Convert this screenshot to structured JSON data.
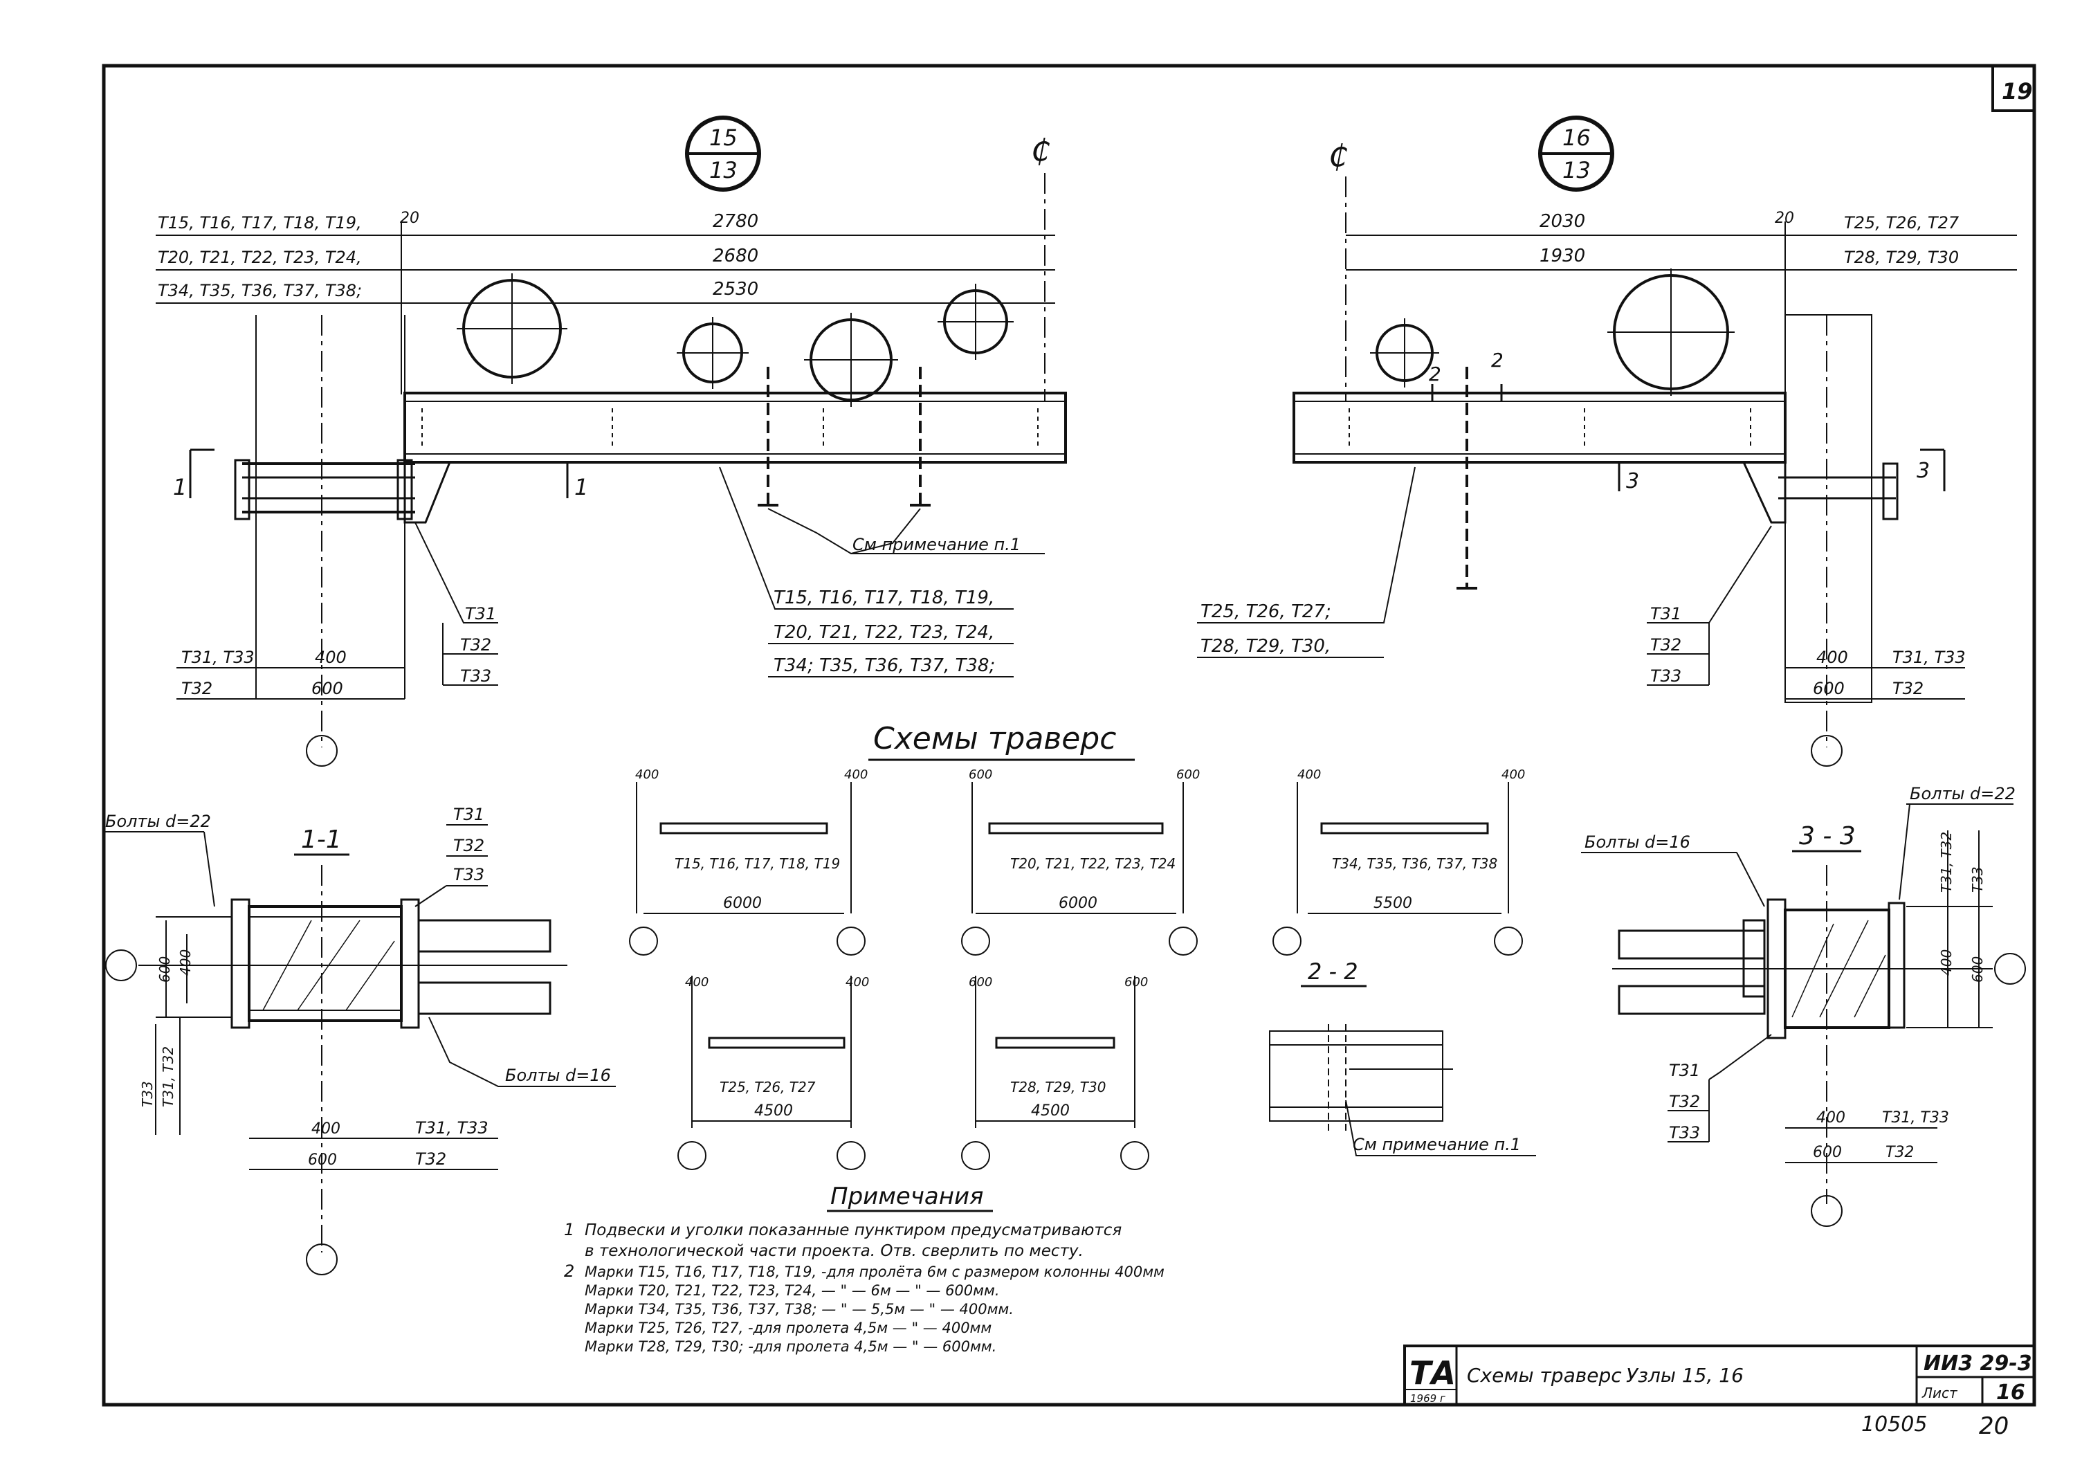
{
  "sheet": {
    "corner_number": "19",
    "bottom_left_number": "10505",
    "bottom_right_number": "20"
  },
  "node15": {
    "circle_top": "15",
    "circle_bottom": "13",
    "marks_row1": "Т15, Т16, Т17, Т18, Т19,",
    "marks_row2": "Т20, Т21, Т22, Т23, Т24,",
    "marks_row3": "Т34, Т35, Т36, Т37, Т38;",
    "dim_20": "20",
    "dim_row1": "2780",
    "dim_row2": "2680",
    "dim_row3": "2530",
    "note_label": "См  примечание  п.1",
    "callout_line1": "Т15, Т16, Т17, Т18, Т19,",
    "callout_line2": "Т20, Т21, Т22, Т23, Т24,",
    "callout_line3": "Т34; Т35, Т36, Т37, Т38;",
    "bracket_labels": [
      "Т31",
      "Т32",
      "Т33"
    ],
    "dim_400": "400",
    "dim_600": "600",
    "left_label_1": "Т31, Т33",
    "left_label_2": "Т32",
    "section_mark": "1"
  },
  "node16": {
    "circle_top": "16",
    "circle_bottom": "13",
    "marks_row1": "Т25, Т26, Т27",
    "marks_row2": "Т28, Т29, Т30",
    "dim_20": "20",
    "dim_row1": "2030",
    "dim_row2": "1930",
    "callout_line1": "Т25, Т26, Т27;",
    "callout_line2": "Т28, Т29, Т30,",
    "bracket_labels": [
      "Т31",
      "Т32",
      "Т33"
    ],
    "dim_400": "400",
    "dim_600": "600",
    "right_label_1": "Т31, Т33",
    "right_label_2": "Т32",
    "section_mark": "3",
    "section_mark_2": "2"
  },
  "schemes": {
    "title": "Схемы   траверс",
    "items": [
      {
        "marks": "Т15, Т16, Т17, Т18, Т19",
        "span": "6000",
        "col": "400"
      },
      {
        "marks": "Т20, Т21, Т22, Т23, Т24",
        "span": "6000",
        "col": "600"
      },
      {
        "marks": "Т34, Т35, Т36, Т37, Т38",
        "span": "5500",
        "col": "400"
      },
      {
        "marks": "Т25, Т26, Т27",
        "span": "4500",
        "col": "400"
      },
      {
        "marks": "Т28, Т29, Т30",
        "span": "4500",
        "col": "600"
      }
    ]
  },
  "section11": {
    "title": "1-1",
    "bolts_22": "Болты d=22",
    "bolts_16": "Болты d=16",
    "labels_right": [
      "Т31",
      "Т32",
      "Т33"
    ],
    "dim_600": "600",
    "dim_400": "400",
    "left_vlabel_1": "Т33",
    "left_vlabel_2": "Т31, Т32",
    "bottom_400": "400",
    "bottom_600": "600",
    "bottom_label_1": "Т31, Т33",
    "bottom_label_2": "Т32"
  },
  "section22": {
    "title": "2 - 2",
    "note_label": "См  примечание  п.1"
  },
  "section33": {
    "title": "3 - 3",
    "bolts_16": "Болты d=16",
    "bolts_22": "Болты d=22",
    "vlabel_1": "Т31, Т32",
    "vlabel_2": "Т33",
    "dim_400": "400",
    "dim_600": "600",
    "labels_left": [
      "Т31",
      "Т32",
      "Т33"
    ],
    "bottom_400": "400",
    "bottom_600": "600",
    "bottom_label_1": "Т31, Т33",
    "bottom_label_2": "Т32"
  },
  "notes": {
    "title": "Примечания",
    "items": [
      {
        "num": "1",
        "lines": [
          "Подвески и уголки показанные пунктиром предусматриваются",
          "в технологической части проекта. Отв. сверлить по месту."
        ]
      },
      {
        "num": "2",
        "lines": [
          "Марки  Т15, Т16, Т17, Т18, Т19, -для  пролёта  6м  с размером колонны 400мм",
          "Марки  Т20, Т21, Т22, Т23, Т24, — \" —  6м  — \" —  600мм.",
          "Марки  Т34, Т35, Т36, Т37, Т38; — \" —  5,5м  — \" —  400мм.",
          "Марки  Т25, Т26, Т27, -для  пролета  4,5м  — \" —  400мм",
          "Марки  Т28, Т29, Т30; -для  пролета  4,5м  — \" —  600мм."
        ]
      }
    ]
  },
  "titleblock": {
    "logo": "ТА",
    "year": "1969 г",
    "title": "Схемы  траверс",
    "subtitle": "Узлы  15, 16",
    "code": "ИИ3 29-3",
    "sheet_label": "Лист",
    "sheet_number": "16"
  }
}
